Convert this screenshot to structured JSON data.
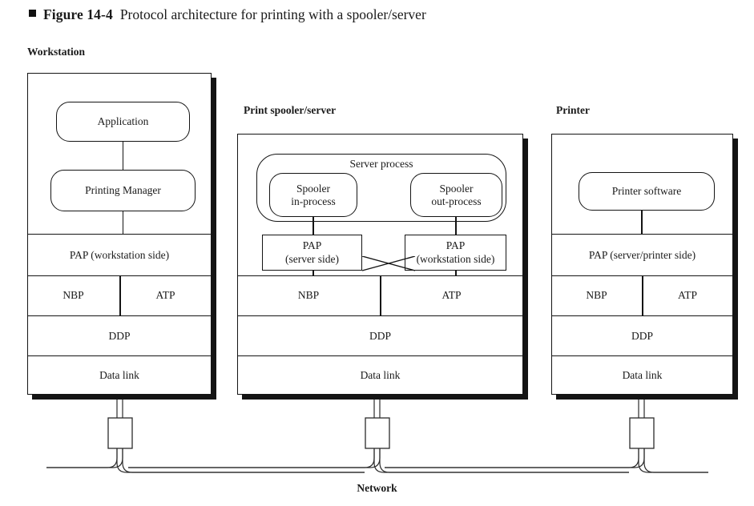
{
  "figure": {
    "bullet": "square-bullet",
    "number": "Figure 14-4",
    "title": "Protocol architecture for printing with a spooler/server"
  },
  "colors": {
    "line": "#141414",
    "shadow": "#141414",
    "background": "#ffffff",
    "cable": "#2b2b2b"
  },
  "network": {
    "label": "Network"
  },
  "columns": [
    {
      "id": "workstation",
      "heading": "Workstation",
      "processes": [
        {
          "label": "Application"
        },
        {
          "label": "Printing Manager"
        }
      ],
      "layers": [
        {
          "label": "PAP (workstation side)"
        },
        {
          "label": "NBP",
          "label_right": "ATP",
          "split": true
        },
        {
          "label": "DDP"
        },
        {
          "label": "Data link"
        }
      ]
    },
    {
      "id": "print-spooler-server",
      "heading": "Print spooler/server",
      "container_label": "Server process",
      "processes": [
        {
          "label_line1": "Spooler",
          "label_line2": "in-process"
        },
        {
          "label_line1": "Spooler",
          "label_line2": "out-process"
        }
      ],
      "pap_boxes": [
        {
          "label_line1": "PAP",
          "label_line2": "(server side)"
        },
        {
          "label_line1": "PAP",
          "label_line2": "(workstation side)"
        }
      ],
      "layers": [
        {
          "label": "NBP",
          "label_right": "ATP",
          "split": true
        },
        {
          "label": "DDP"
        },
        {
          "label": "Data link"
        }
      ]
    },
    {
      "id": "printer",
      "heading": "Printer",
      "processes": [
        {
          "label": "Printer software"
        }
      ],
      "layers": [
        {
          "label": "PAP (server/printer side)"
        },
        {
          "label": "NBP",
          "label_right": "ATP",
          "split": true
        },
        {
          "label": "DDP"
        },
        {
          "label": "Data link"
        }
      ]
    }
  ]
}
